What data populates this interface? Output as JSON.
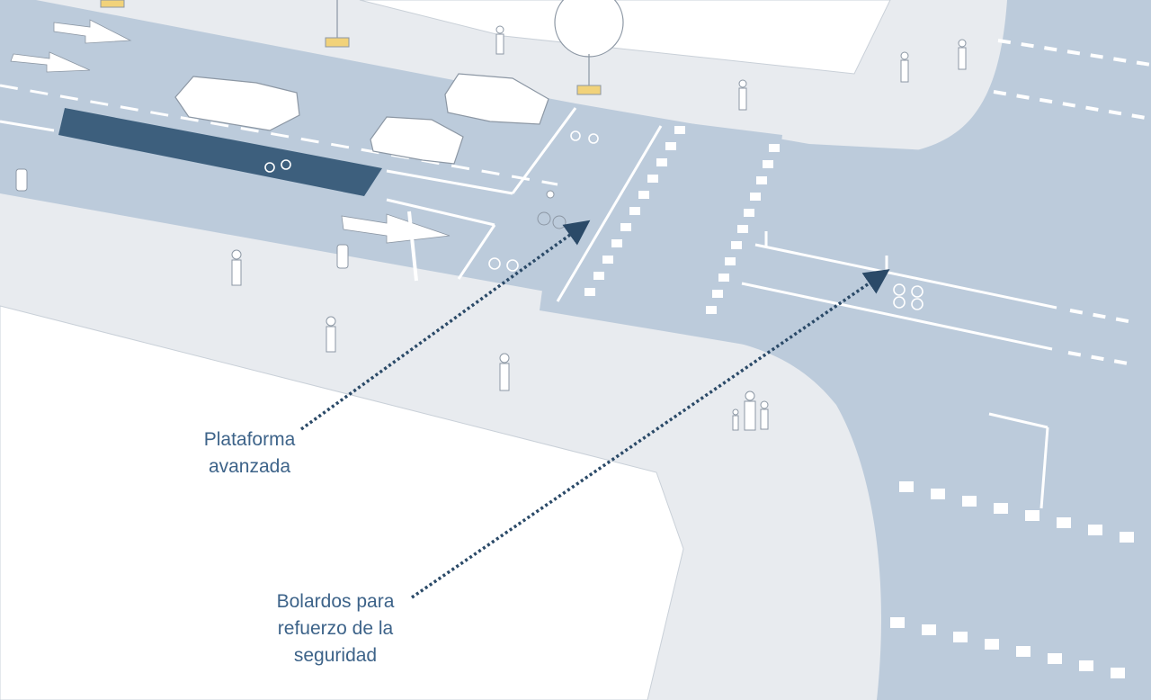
{
  "colors": {
    "road": "#bccbdb",
    "sidewalk": "#e8ebef",
    "block": "#ffffff",
    "bike_lane_highlight": "#3d5f7d",
    "marking": "#ffffff",
    "arrow": "#2b4a68",
    "label_text": "#3d6389",
    "line_art": "#8c97a4"
  },
  "callouts": [
    {
      "lines": [
        "Plataforma",
        "avanzada"
      ]
    },
    {
      "lines": [
        "Bolardos para",
        "refuerzo de la",
        "seguridad"
      ]
    }
  ]
}
